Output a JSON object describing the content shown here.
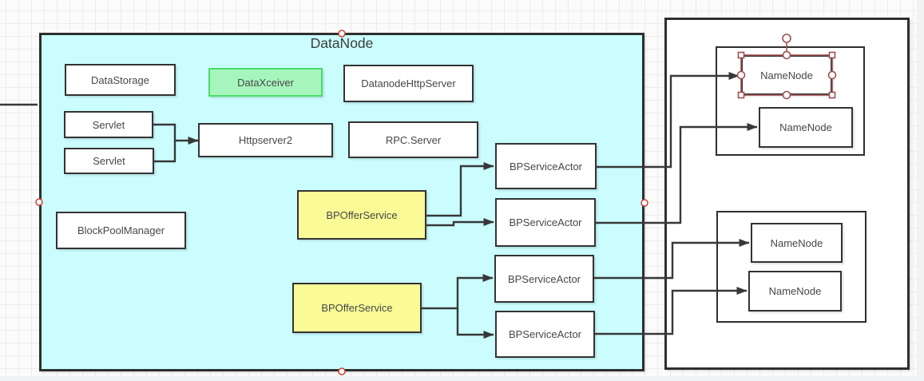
{
  "diagram": {
    "title": "DataNode",
    "nodes": [
      {
        "id": "datastorage",
        "label": "DataStorage"
      },
      {
        "id": "dataxceiver",
        "label": "DataXceiver"
      },
      {
        "id": "datanodehttpserver",
        "label": "DatanodeHttpServer"
      },
      {
        "id": "servlet-1",
        "label": "Servlet"
      },
      {
        "id": "servlet-2",
        "label": "Servlet"
      },
      {
        "id": "httpserver2",
        "label": "Httpserver2"
      },
      {
        "id": "rpc-server",
        "label": "RPC.Server"
      },
      {
        "id": "blockpoolmanager",
        "label": "BlockPoolManager"
      },
      {
        "id": "bpofferservice-1",
        "label": "BPOfferService"
      },
      {
        "id": "bpofferservice-2",
        "label": "BPOfferService"
      },
      {
        "id": "bpserviceactor-1",
        "label": "BPServiceActor"
      },
      {
        "id": "bpserviceactor-2",
        "label": "BPServiceActor"
      },
      {
        "id": "bpserviceactor-3",
        "label": "BPServiceActor"
      },
      {
        "id": "bpserviceactor-4",
        "label": "BPServiceActor"
      },
      {
        "id": "namenode-1",
        "label": "NameNode",
        "selected": true
      },
      {
        "id": "namenode-2",
        "label": "NameNode"
      },
      {
        "id": "namenode-3",
        "label": "NameNode"
      },
      {
        "id": "namenode-4",
        "label": "NameNode"
      }
    ],
    "colors": {
      "datanode_container_fill": "#cbfdfe",
      "node_border": "#333333",
      "green_node_fill": "#a6f5bd",
      "green_node_border": "#4bdc66",
      "yellow_node_fill": "#fafa96",
      "edge": "#383838",
      "selection_handle": "#9b4f4f",
      "connection_point": "#cb4335",
      "grid_line": "#ececec"
    },
    "selection": {
      "selected_node": "namenode-1"
    }
  }
}
